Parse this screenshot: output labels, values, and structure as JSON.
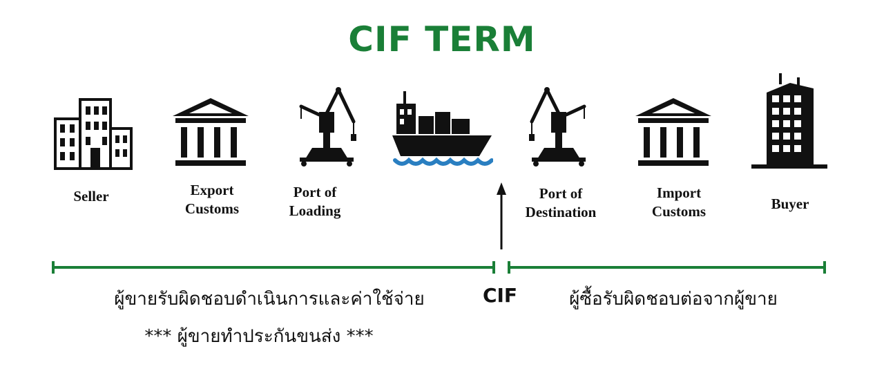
{
  "title": "CIF TERM",
  "steps": [
    {
      "label_lines": [
        "Seller"
      ],
      "icon": "seller-building-icon"
    },
    {
      "label_lines": [
        "Export",
        "Customs"
      ],
      "icon": "export-customs-icon"
    },
    {
      "label_lines": [
        "Port of",
        "Loading"
      ],
      "icon": "port-crane-icon"
    },
    {
      "label_lines": [],
      "icon": "cargo-ship-icon"
    },
    {
      "label_lines": [
        "Port of",
        "Destination"
      ],
      "icon": "port-crane-icon"
    },
    {
      "label_lines": [
        "Import",
        "Customs"
      ],
      "icon": "import-customs-icon"
    },
    {
      "label_lines": [
        "Buyer"
      ],
      "icon": "buyer-tower-icon"
    }
  ],
  "transfer_point": "CIF",
  "seller_responsibility": "ผู้ขายรับผิดชอบดำเนินการและค่าใช้จ่าย",
  "insurance_note": "*** ผู้ขายทำประกันขนส่ง ***",
  "buyer_responsibility": "ผู้ซื้อรับผิดชอบต่อจากผู้ขาย",
  "colors": {
    "brand_green": "#1a7f37",
    "icon_black": "#111111",
    "water_blue": "#2a7fc1"
  }
}
